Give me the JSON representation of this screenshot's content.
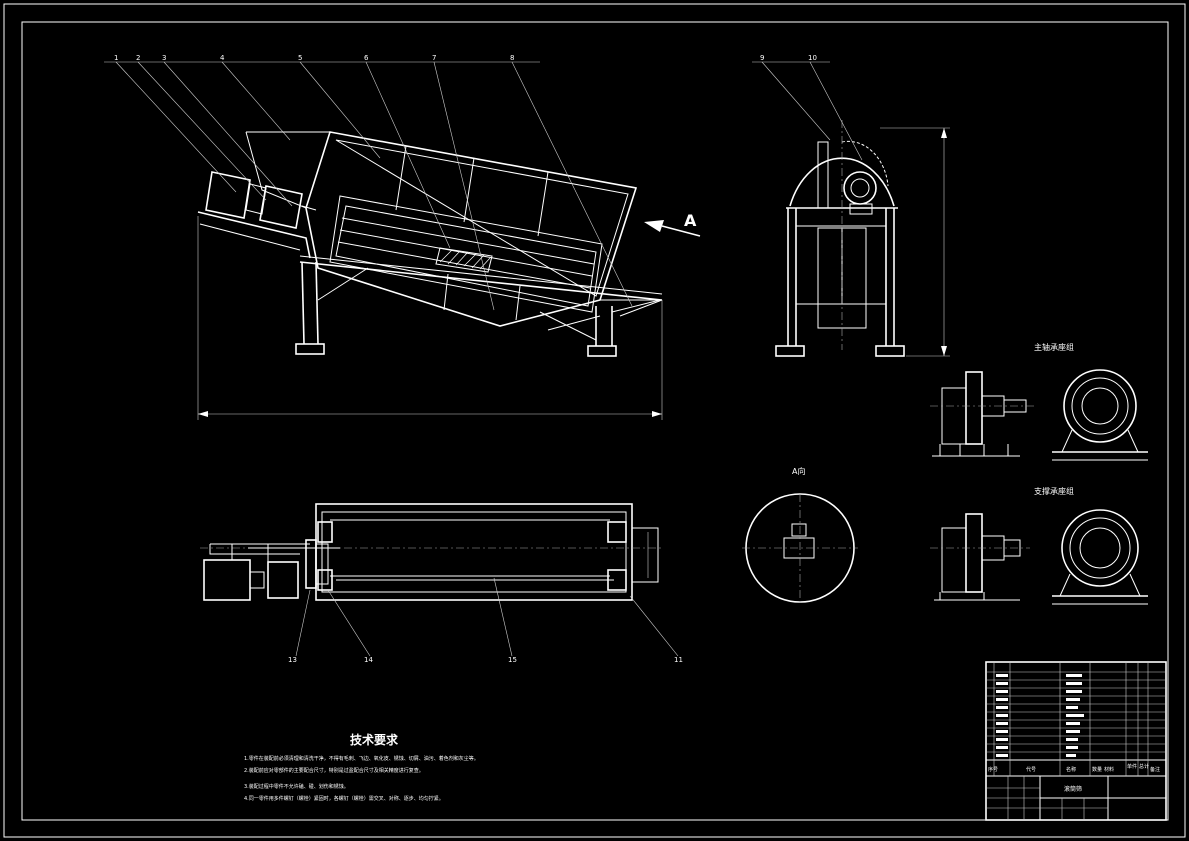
{
  "drawing": {
    "view_arrow_label": "A",
    "section_view_label": "A向",
    "main_bearing_title": "主轴承座组",
    "support_bearing_title": "支撑承座组",
    "balloons_front": [
      "1",
      "2",
      "3",
      "4",
      "5",
      "6",
      "7",
      "8"
    ],
    "balloons_side": [
      "9",
      "10"
    ],
    "balloons_plan": [
      "13",
      "14",
      "15",
      "11"
    ]
  },
  "notes": {
    "title": "技术要求",
    "items": [
      "1.零件在装配前必须清理和清洗干净，不得有毛刺、飞边、氧化皮、锈蚀、切屑、油污、着色剂和灰尘等。",
      "2.装配前应对零部件的主要配合尺寸，特别是过盈配合尺寸及相关精度进行复查。",
      "3.装配过程中零件不允许磕、碰、划伤和锈蚀。",
      "4.同一零件用多件螺钉（螺栓）紧固时，各螺钉（螺栓）需交叉、对称、逐步、均匀拧紧。"
    ]
  },
  "title_block": {
    "drawing_name": "滚筒筛",
    "header": [
      "序号",
      "代号",
      "名称",
      "数量",
      "材料",
      "单件",
      "总计",
      "备注"
    ]
  }
}
